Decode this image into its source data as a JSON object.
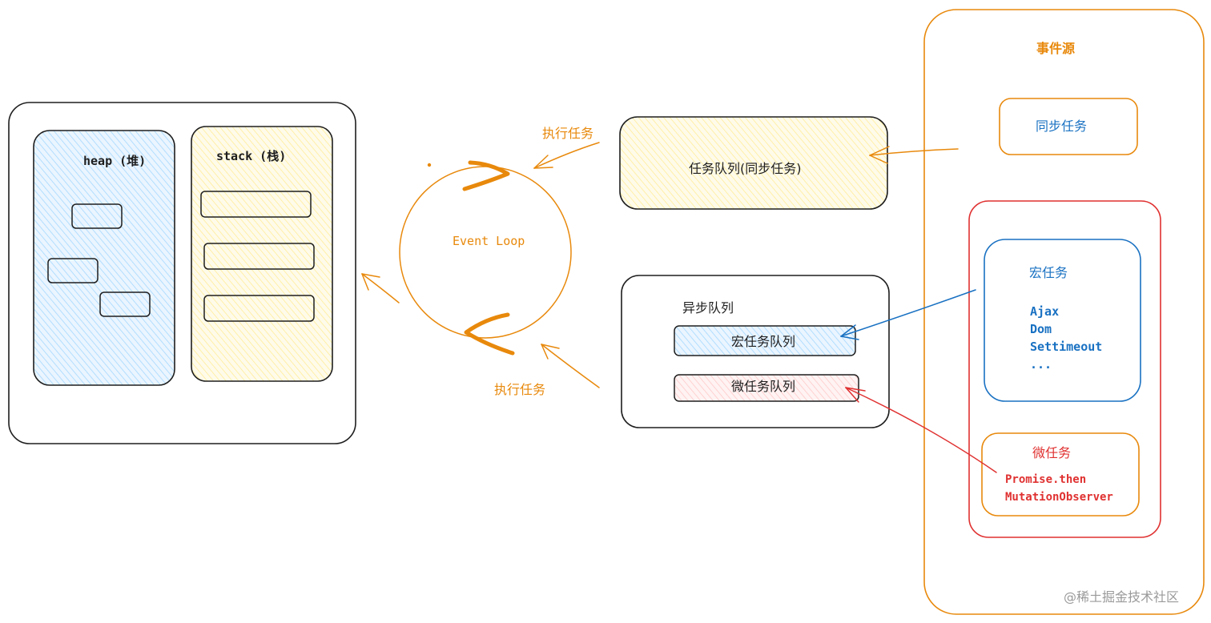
{
  "heap": {
    "label": "heap (堆)"
  },
  "stack": {
    "label": "stack (栈)"
  },
  "event_loop": {
    "label": "Event Loop",
    "exec_task_top": "执行任务",
    "exec_task_bottom": "执行任务"
  },
  "sync_queue": {
    "label": "任务队列(同步任务)"
  },
  "async_queue": {
    "title": "异步队列",
    "macro_queue": "宏任务队列",
    "micro_queue": "微任务队列"
  },
  "event_source": {
    "title": "事件源",
    "sync_task": "同步任务",
    "macro": {
      "title": "宏任务",
      "items": [
        "Ajax",
        "Dom",
        "Settimeout",
        "..."
      ]
    },
    "micro": {
      "title": "微任务",
      "items": [
        "Promise.then",
        "MutationObserver"
      ]
    }
  },
  "watermark": "@稀土掘金技术社区",
  "colors": {
    "stroke": "#1e1e1e",
    "orange": "#e8890c",
    "blue": "#1971c2",
    "red": "#e03131",
    "heap_fill": "#a5d8ff",
    "stack_fill": "#ffec99",
    "micro_fill": "#ffc9c9"
  }
}
